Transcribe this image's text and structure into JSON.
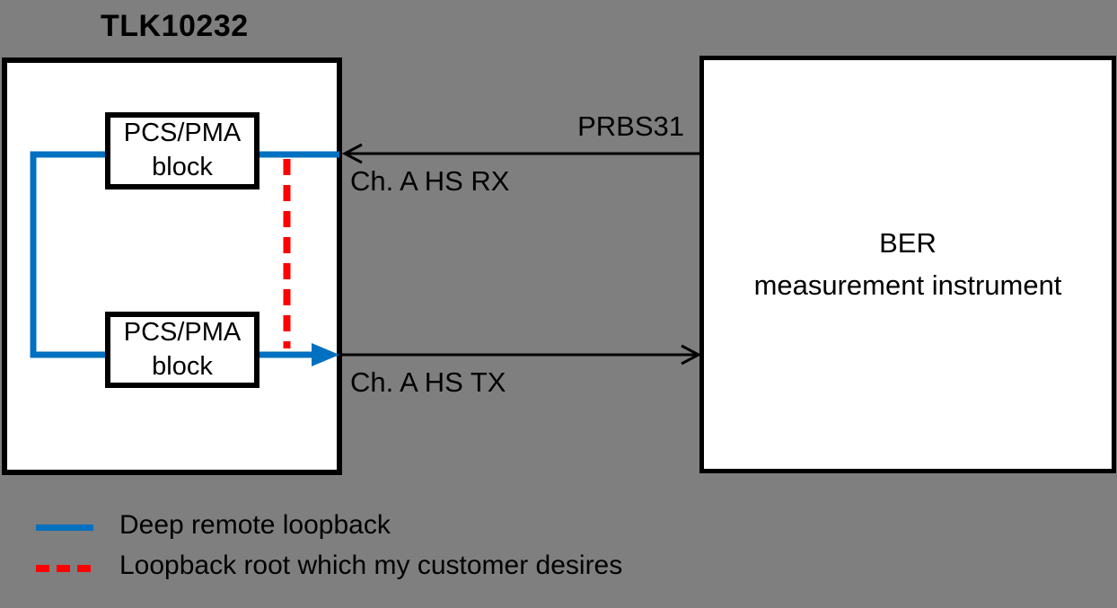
{
  "colors": {
    "background_gray": "#7F7F7F",
    "box_fill": "#FFFFFF",
    "line_black": "#000000",
    "loopback_blue": "#0070C0",
    "loopback_red": "#FF0000"
  },
  "diagram": {
    "chip": {
      "title": "TLK10232",
      "blocks": [
        {
          "line1": "PCS/PMA",
          "line2": "block"
        },
        {
          "line1": "PCS/PMA",
          "line2": "block"
        }
      ]
    },
    "instrument": {
      "line1": "BER",
      "line2": "measurement instrument"
    },
    "signals": {
      "prbs_label": "PRBS31",
      "rx_label": "Ch. A HS RX",
      "tx_label": "Ch. A HS TX"
    }
  },
  "legend": {
    "items": [
      {
        "label": "Deep remote loopback",
        "style": "solid",
        "color": "#0070C0"
      },
      {
        "label": "Loopback root which my customer desires",
        "style": "dashed",
        "color": "#FF0000"
      }
    ]
  }
}
